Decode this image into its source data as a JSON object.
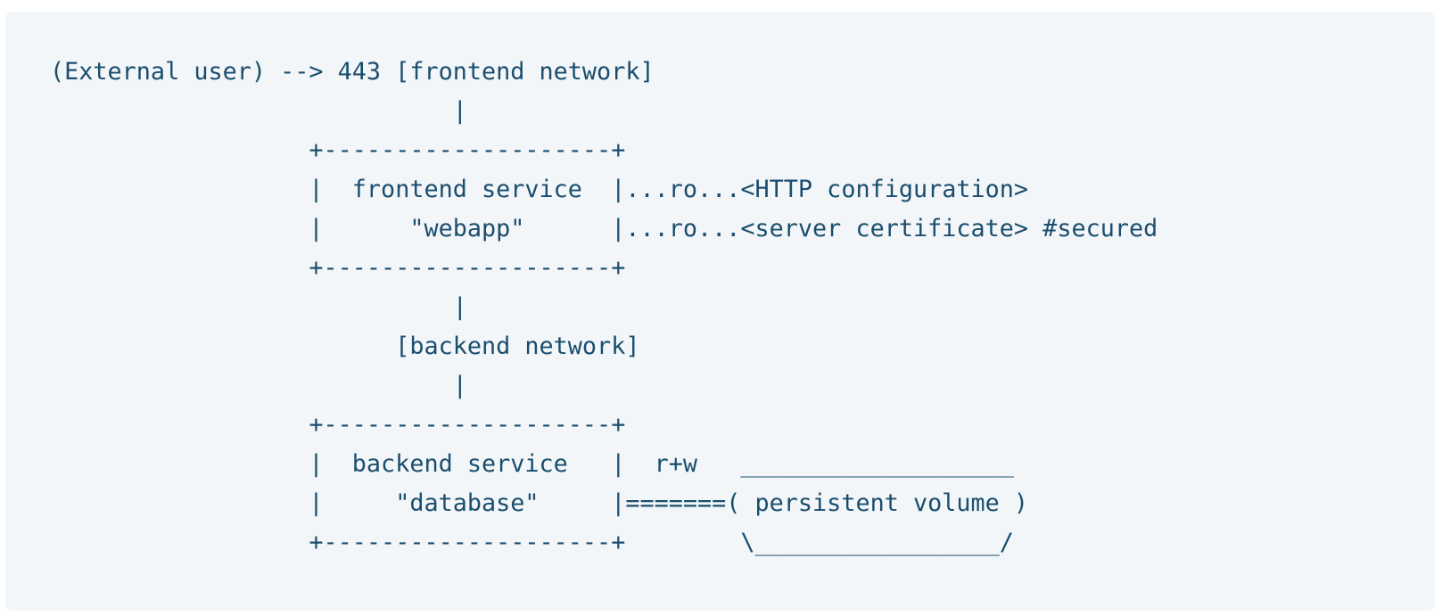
{
  "diagram": {
    "lines": [
      "(External user) --> 443 [frontend network]",
      "                            |",
      "                  +--------------------+",
      "                  |  frontend service  |...ro...<HTTP configuration>",
      "                  |      \"webapp\"      |...ro...<server certificate> #secured",
      "                  +--------------------+",
      "                            |",
      "                        [backend network]",
      "                            |",
      "                  +--------------------+",
      "                  |  backend service   |  r+w   ___________________",
      "                  |     \"database\"     |=======( persistent volume )",
      "                  +--------------------+        \\_________________/"
    ]
  },
  "colors": {
    "background": "#f3f6f9",
    "text": "#1a4e6e"
  }
}
